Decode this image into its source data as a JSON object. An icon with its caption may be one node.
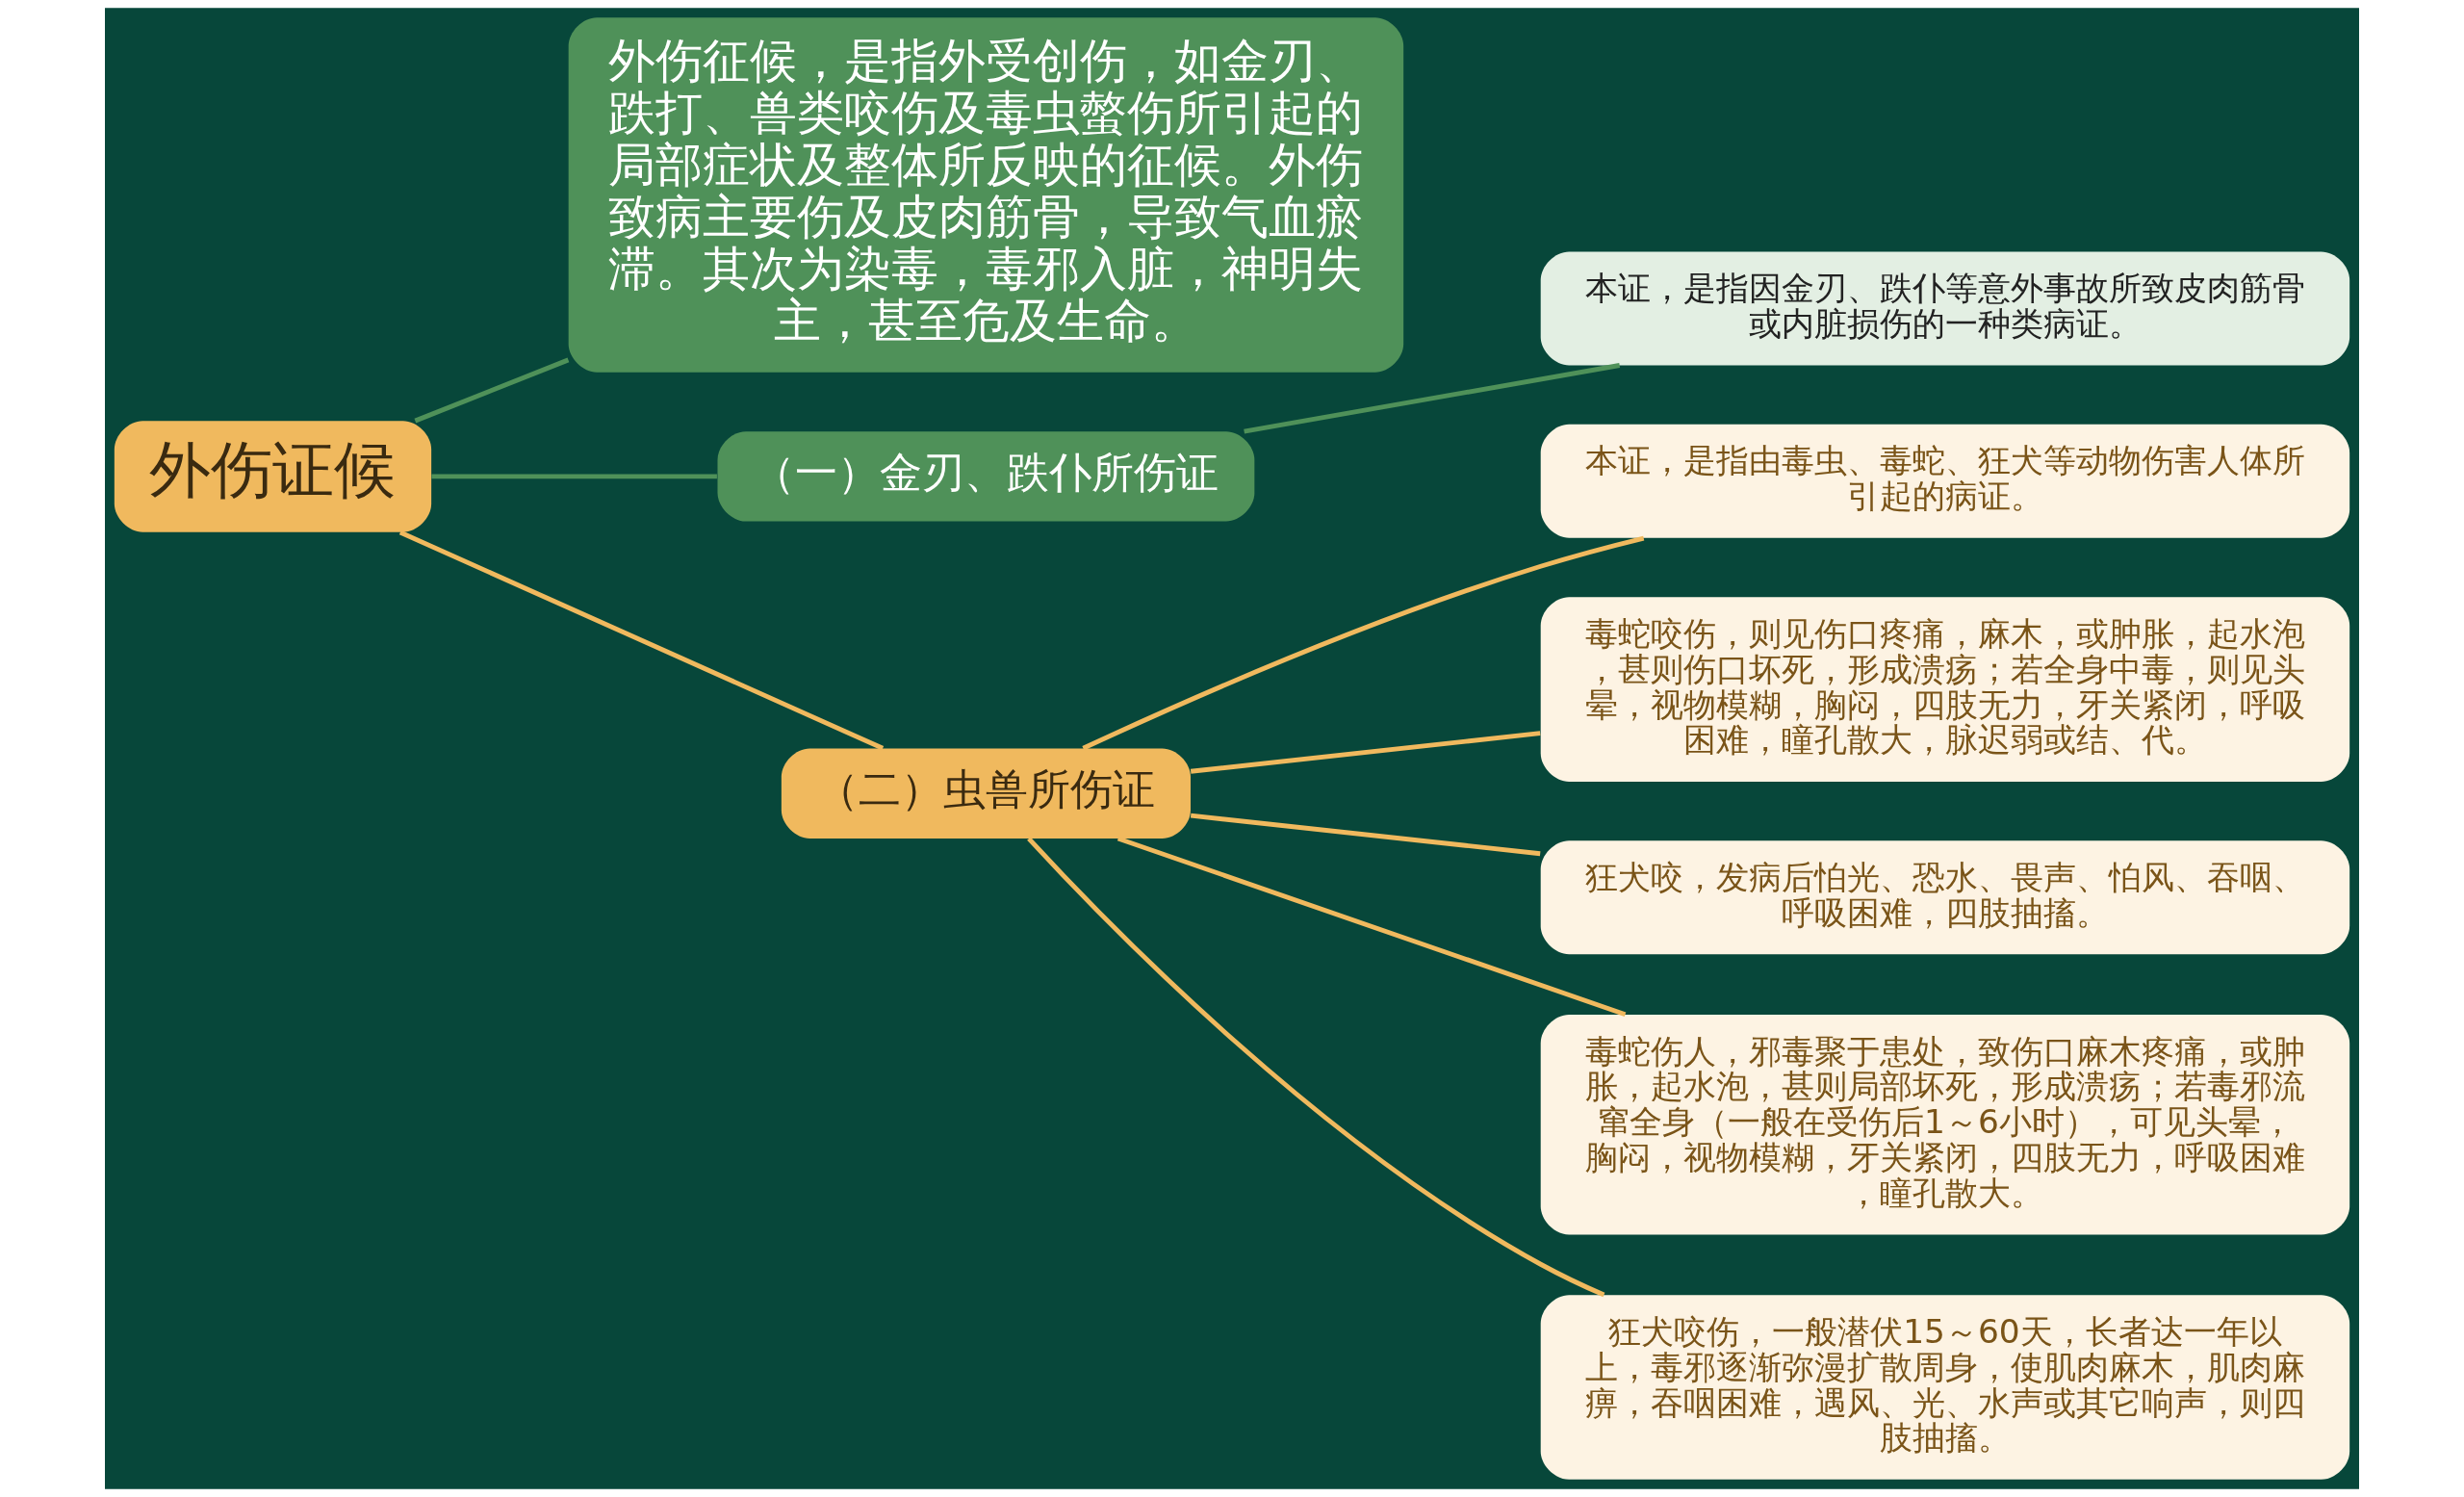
{
  "diagram": {
    "nodes": [
      {
        "text": [
          "外伤证候"
        ]
      },
      {
        "text": [
          "外伤征候，是指外受创伤，如金刃、跌打、兽类咬伤及毒虫螫伤所引起的局部症状及整体所反映的征候。外伤致病主要伤及皮肉筋骨，导致气血瘀滞。其次为染毒，毒邪入脏，神明失主，甚至危及生命。"
        ]
      },
      {
        "text": [
          "（一）金刃、跌仆所伤证"
        ]
      },
      {
        "text": [
          "本证，是指因金刃、跌仆等意外事故所致皮肉筋骨或内脏损伤的一种类病证。"
        ]
      },
      {
        "text": [
          "（二）虫兽所伤证"
        ]
      },
      {
        "text": [
          "本证，是指由毒虫、毒蛇、狂犬等动物伤害人体所引起的病证。"
        ]
      },
      {
        "text": [
          "毒蛇咬伤，则见伤口疼痛，麻木，或肿胀，起水泡，甚则伤口坏死，形成溃疡；若全身中毒，则见头晕，视物模糊，胸闷，四肢无力，牙关紧闭，呼吸困难，瞳孔散大，脉迟弱或结、代。"
        ]
      },
      {
        "text": [
          "狂犬咬，发病后怕光、恐水、畏声、怕风、吞咽、呼吸困难，四肢抽搐。"
        ]
      },
      {
        "text": [
          "毒蛇伤人，邪毒聚于患处，致伤口麻木疼痛，或肿胀，起水泡，甚则局部坏死，形成溃疡；若毒邪流窜全身（一般在受伤后1～6小时），可见头晕，胸闷，视物模糊，牙关紧闭，四肢无力，呼吸困难，瞳孔散大。"
        ]
      },
      {
        "text": [
          "狂犬咬伤，一般潜伏15～60天，长者达一年以上，毒邪逐渐弥漫扩散周身，使肌肉麻木，肌肉麻痹，吞咽困难，遇风、光、水声或其它响声，则四肢抽搐。"
        ]
      }
    ],
    "edges": [
      {
        "from": 0,
        "to": 1,
        "arrow": "none",
        "color": "#4f9159"
      },
      {
        "from": 0,
        "to": 2,
        "arrow": "none",
        "color": "#4f9159"
      },
      {
        "from": 2,
        "to": 3,
        "arrow": "none",
        "color": "#4f9159"
      },
      {
        "from": 0,
        "to": 4,
        "arrow": "none"
      },
      {
        "from": 4,
        "to": 5,
        "arrow": "none"
      },
      {
        "from": 4,
        "to": 6,
        "arrow": "none"
      },
      {
        "from": 4,
        "to": 7,
        "arrow": "none"
      },
      {
        "from": 4,
        "to": 8,
        "arrow": "none"
      },
      {
        "from": 4,
        "to": 9,
        "arrow": "none"
      }
    ]
  }
}
